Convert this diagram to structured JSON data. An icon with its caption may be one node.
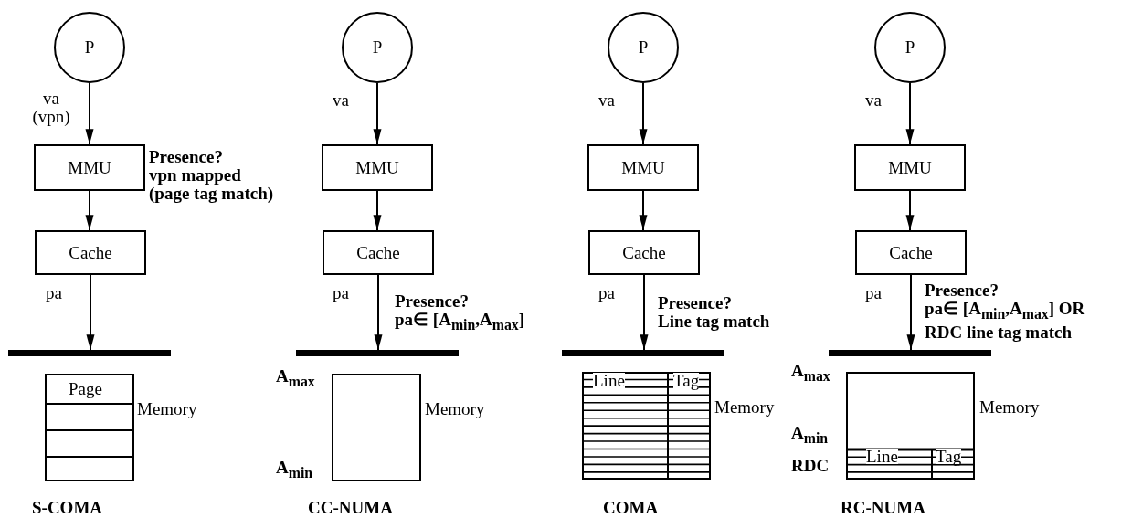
{
  "diagram": {
    "nodes": [
      {
        "text": [
          "P"
        ]
      },
      {
        "text": [
          "MMU"
        ],
        "beside": [
          "Presence?",
          "vpn mapped (page tag match)"
        ]
      },
      {
        "text": [
          "Cache"
        ]
      },
      {
        "text": [],
        "shape": "bar"
      },
      {
        "text": [
          "Page"
        ],
        "beside": [
          "Memory"
        ]
      },
      {
        "text": [
          "P"
        ]
      },
      {
        "text": [
          "MMU"
        ]
      },
      {
        "text": [
          "Cache"
        ]
      },
      {
        "text": [],
        "shape": "bar"
      },
      {
        "text": [],
        "shape": "box",
        "beside": [
          "A$_{max}$",
          "A$_{min}$",
          "Memory"
        ]
      },
      {
        "text": [
          "P"
        ]
      },
      {
        "text": [
          "MMU"
        ]
      },
      {
        "text": [
          "Cache"
        ]
      },
      {
        "text": [],
        "shape": "bar"
      },
      {
        "text": [
          "Line",
          "Tag"
        ],
        "beside": [
          "Memory"
        ]
      },
      {
        "text": [
          "P"
        ]
      },
      {
        "text": [
          "MMU"
        ]
      },
      {
        "text": [
          "Cache"
        ]
      },
      {
        "text": [],
        "shape": "bar"
      },
      {
        "text": [
          "Line",
          "Tag"
        ],
        "beside": [
          "A$_{max}$",
          "A$_{min}$",
          "RDC",
          "Memory"
        ]
      }
    ],
    "edges": [
      {
        "from": 0,
        "to": 1,
        "arrow": "to",
        "label": "va (vpn)"
      },
      {
        "from": 1,
        "to": 2,
        "arrow": "to"
      },
      {
        "from": 2,
        "to": 3,
        "arrow": "to",
        "label": "pa"
      },
      {
        "from": 5,
        "to": 6,
        "arrow": "to",
        "label": "va"
      },
      {
        "from": 6,
        "to": 7,
        "arrow": "to"
      },
      {
        "from": 7,
        "to": 8,
        "arrow": "to",
        "label": "pa"
      },
      {
        "from": 10,
        "to": 11,
        "arrow": "to",
        "label": "va"
      },
      {
        "from": 11,
        "to": 12,
        "arrow": "to"
      },
      {
        "from": 12,
        "to": 13,
        "arrow": "to",
        "label": "pa"
      },
      {
        "from": 15,
        "to": 16,
        "arrow": "to",
        "label": "va"
      },
      {
        "from": 16,
        "to": 17,
        "arrow": "to"
      },
      {
        "from": 17,
        "to": 18,
        "arrow": "to",
        "label": "pa"
      }
    ],
    "labels": [
      "Presence?",
      "pa∈ [A$_{min}$,A$_{max}$]",
      "Presence?",
      "Line tag match",
      "Presence?",
      "pa∈ [A$_{min}$,A$_{max}$] OR RDC line tag match",
      "S-COMA",
      "CC-NUMA",
      "COMA",
      "RC-NUMA"
    ]
  }
}
